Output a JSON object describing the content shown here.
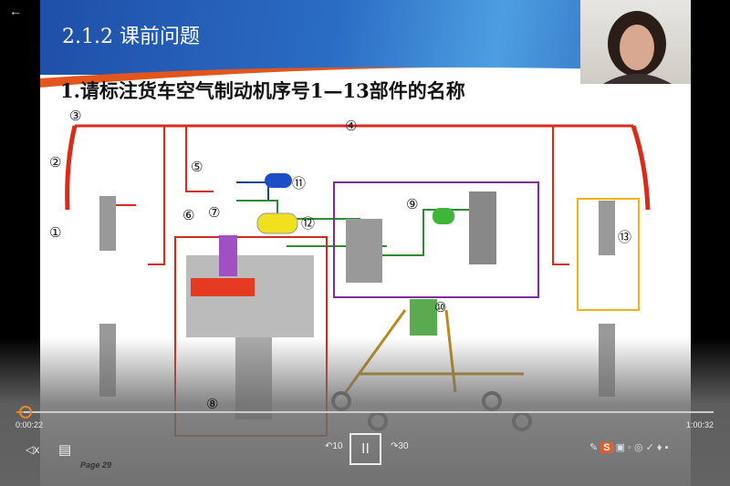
{
  "slide": {
    "title": "2.1.2 课前问题",
    "question": "1.请标注货车空气制动机序号1—13部件的名称",
    "page": "Page 29",
    "labels": [
      "①",
      "②",
      "③",
      "④",
      "⑤",
      "⑥",
      "⑦",
      "⑧",
      "⑨",
      "⑩",
      "⑪",
      "⑫",
      "⑬"
    ]
  },
  "player": {
    "current_time": "0:00:22",
    "total_time": "1:00:32",
    "progress_fraction": 0.006,
    "rewind_label": "10",
    "forward_label": "30",
    "pause_symbol": "II",
    "back_symbol": "←",
    "mute_symbol": "◁x",
    "captions_symbol": "▤"
  },
  "tray": {
    "pen": "✎",
    "sogou": "S",
    "icons": "▣ ◦ ◎ ✓ ♦ ▪"
  }
}
